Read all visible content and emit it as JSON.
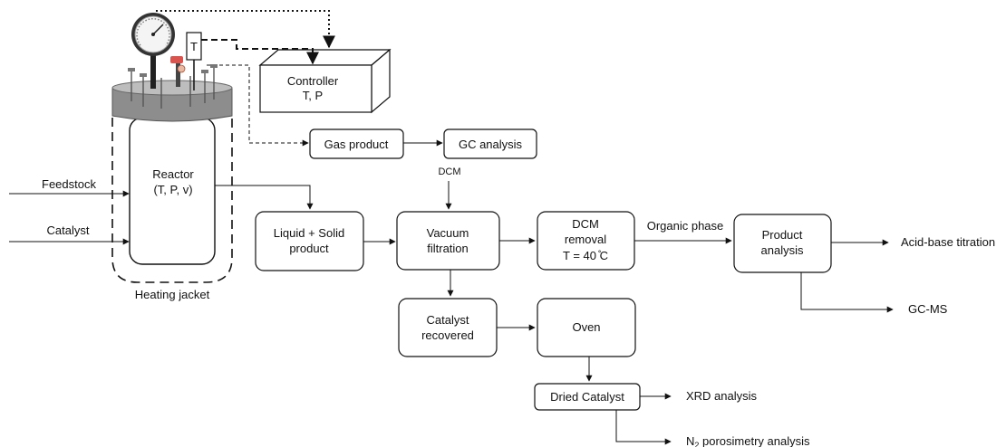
{
  "nodes": {
    "controller": [
      "Controller",
      "T, P"
    ],
    "reactor": [
      "Reactor",
      "(T, P, v)"
    ],
    "heating_jacket": "Heating jacket",
    "gas_product": "Gas product",
    "gc_analysis": "GC analysis",
    "liquid_solid": [
      "Liquid + Solid",
      "product"
    ],
    "vacuum_filtration": [
      "Vacuum",
      "filtration"
    ],
    "dcm_removal": [
      "DCM",
      "removal",
      "T = 40 ̊C"
    ],
    "product_analysis": [
      "Product",
      "analysis"
    ],
    "catalyst_recovered": [
      "Catalyst",
      "recovered"
    ],
    "oven": "Oven",
    "dried_catalyst": "Dried Catalyst",
    "thermocouple": "T"
  },
  "labels": {
    "feedstock": "Feedstock",
    "catalyst": "Catalyst",
    "dcm": "DCM",
    "organic_phase": "Organic phase",
    "acid_base": "Acid-base titration",
    "gc_ms": "GC-MS",
    "xrd": "XRD analysis",
    "n2_prefix": "N",
    "n2_sub": "2",
    "n2_suffix": " porosimetry analysis"
  }
}
